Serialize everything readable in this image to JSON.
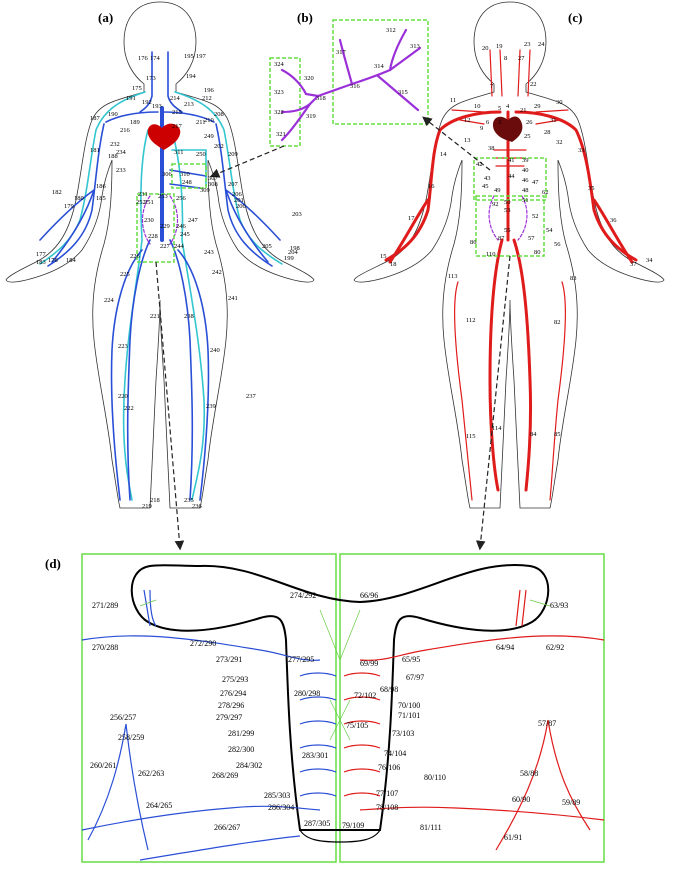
{
  "panels": [
    "(a)",
    "(b)",
    "(c)",
    "(d)"
  ],
  "colors": {
    "vein": "#2a4fd6",
    "vein_light": "#33c6d0",
    "portal": "#9b30d9",
    "artery": "#e01b1b",
    "highlight_box": "#66dd44",
    "outline": "#333333",
    "heart": "#cc0000",
    "arrow": "#222222"
  },
  "labels_a": [
    "176",
    "174",
    "195",
    "197",
    "173",
    "194",
    "175",
    "196",
    "191",
    "192",
    "193",
    "214",
    "215",
    "213",
    "212",
    "190",
    "189",
    "211",
    "216",
    "217",
    "210",
    "187",
    "208",
    "209",
    "232",
    "234",
    "233",
    "249",
    "250",
    "311",
    "188",
    "181",
    "202",
    "186",
    "185",
    "182",
    "180",
    "179",
    "183",
    "178",
    "184",
    "177",
    "310",
    "248",
    "306",
    "307",
    "308",
    "309",
    "203",
    "205",
    "207",
    "206",
    "201",
    "200",
    "199",
    "204",
    "198",
    "231",
    "252",
    "251",
    "256",
    "253",
    "230",
    "229",
    "246",
    "247",
    "228",
    "245",
    "226",
    "227",
    "244",
    "243",
    "225",
    "242",
    "224",
    "241",
    "221",
    "238",
    "223",
    "240",
    "237",
    "220",
    "239",
    "222",
    "218",
    "235",
    "219",
    "236"
  ],
  "labels_b": [
    "324",
    "320",
    "323",
    "318",
    "322",
    "319",
    "321",
    "317",
    "312",
    "313",
    "314",
    "316",
    "315"
  ],
  "labels_c": [
    "20",
    "19",
    "23",
    "24",
    "7",
    "8",
    "27",
    "22",
    "11",
    "10",
    "5",
    "4",
    "21",
    "29",
    "30",
    "12",
    "6",
    "3",
    "26",
    "31",
    "13",
    "9",
    "25",
    "28",
    "32",
    "14",
    "38",
    "33",
    "42",
    "41",
    "39",
    "40",
    "43",
    "44",
    "46",
    "47",
    "45",
    "49",
    "48",
    "62",
    "16",
    "35",
    "50",
    "51",
    "92",
    "53",
    "52",
    "17",
    "36",
    "55",
    "57",
    "54",
    "86",
    "87",
    "56",
    "80",
    "110",
    "15",
    "18",
    "37",
    "34",
    "113",
    "83",
    "112",
    "82",
    "115",
    "114",
    "84",
    "85"
  ],
  "labels_d": [
    "271/289",
    "274/292",
    "66/96",
    "63/93",
    "270/288",
    "272/290",
    "64/94",
    "62/92",
    "273/291",
    "277/295",
    "65/95",
    "69/99",
    "275/293",
    "67/97",
    "276/294",
    "280/298",
    "68/98",
    "278/296",
    "72/102",
    "70/100",
    "279/297",
    "71/101",
    "281/299",
    "283/301",
    "75/105",
    "73/103",
    "282/300",
    "74/104",
    "256/257",
    "284/302",
    "76/106",
    "258/259",
    "268/269",
    "80/110",
    "57/87",
    "260/261",
    "262/263",
    "285/303",
    "77/107",
    "58/88",
    "286/304",
    "78/108",
    "60/90",
    "59/89",
    "264/265",
    "266/267",
    "287/305",
    "79/109",
    "81/111",
    "61/91"
  ]
}
